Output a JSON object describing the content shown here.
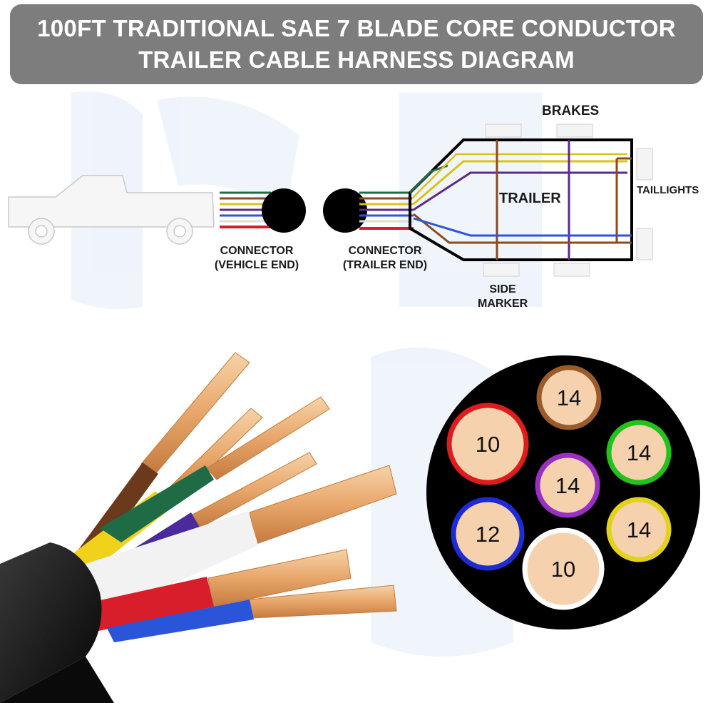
{
  "title": {
    "line1": "100FT TRADITIONAL SAE 7 BLADE CORE CONDUCTOR",
    "line2": "TRAILER CABLE HARNESS DIAGRAM"
  },
  "labels": {
    "brakes": "BRAKES",
    "trailer": "TRAILER",
    "taillights": "TAILLIGHTS",
    "side_marker_1": "SIDE",
    "side_marker_2": "MARKER",
    "connector_vehicle_1": "CONNECTOR",
    "connector_vehicle_2": "(VEHICLE END)",
    "connector_trailer_1": "CONNECTOR",
    "connector_trailer_2": "(TRAILER END)"
  },
  "connector_pins": [
    {
      "gauge": "14",
      "color": "#9a5a2a"
    },
    {
      "gauge": "10",
      "color": "#e01b1b"
    },
    {
      "gauge": "14",
      "color": "#22c21c"
    },
    {
      "gauge": "14",
      "color": "#9b2fc4"
    },
    {
      "gauge": "12",
      "color": "#1c2ad8"
    },
    {
      "gauge": "14",
      "color": "#e3d21a"
    },
    {
      "gauge": "10",
      "color": "#ffffff"
    }
  ],
  "wire_colors": {
    "brown": "#8b4a1e",
    "green": "#1f6b45",
    "yellow": "#d9c21a",
    "purple": "#5a2a8c",
    "blue": "#2a55d8",
    "white": "#f2f2f2",
    "red": "#d81e2a",
    "copper": "#e7b07a"
  }
}
